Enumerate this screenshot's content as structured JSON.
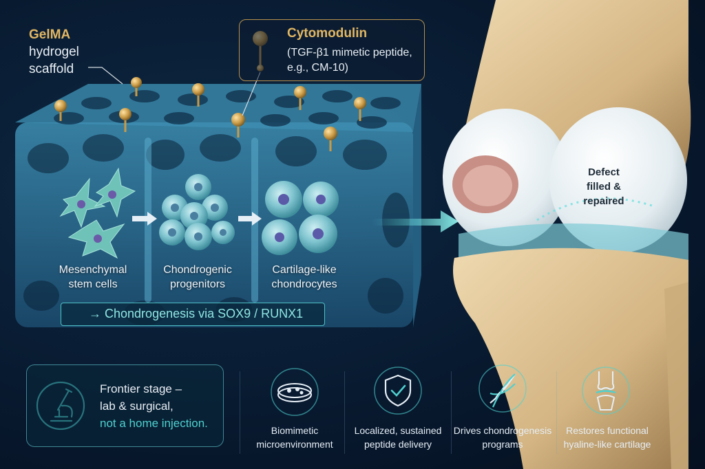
{
  "scaffold": {
    "title_line1": "GelMA",
    "title_line2": "hydrogel",
    "title_line3": "scaffold"
  },
  "peptide": {
    "title": "Cytomodulin",
    "subtitle_line1": "(TGF-β1 mimetic peptide,",
    "subtitle_line2": "e.g., CM-10)"
  },
  "stages": [
    {
      "line1": "Mesenchymal",
      "line2": "stem cells"
    },
    {
      "line1": "Chondrogenic",
      "line2": "progenitors"
    },
    {
      "line1": "Cartilage-like",
      "line2": "chondrocytes"
    }
  ],
  "pathway": {
    "arrow": "→",
    "text": "Chondrogenesis via SOX9 / RUNX1"
  },
  "knee": {
    "defect_line1": "Defect",
    "defect_line2": "filled &",
    "defect_line3": "repaired"
  },
  "frontier": {
    "line1": "Frontier stage –",
    "line2": "lab & surgical,",
    "line3": "not a home injection."
  },
  "features": [
    {
      "icon": "petri-dish-icon",
      "line1": "Biomimetic",
      "line2": "microenvironment"
    },
    {
      "icon": "shield-check-icon",
      "line1": "Localized, sustained",
      "line2": "peptide delivery"
    },
    {
      "icon": "dna-icon",
      "line1": "Drives chondrogenesis",
      "line2": "programs"
    },
    {
      "icon": "knee-joint-icon",
      "line1": "Restores functional",
      "line2": "hyaline-like cartilage"
    }
  ],
  "colors": {
    "background": "#081a30",
    "gold_accent": "#e2b763",
    "teal_accent": "#4fd0cf",
    "hydrogel": "#3f8fb0"
  }
}
